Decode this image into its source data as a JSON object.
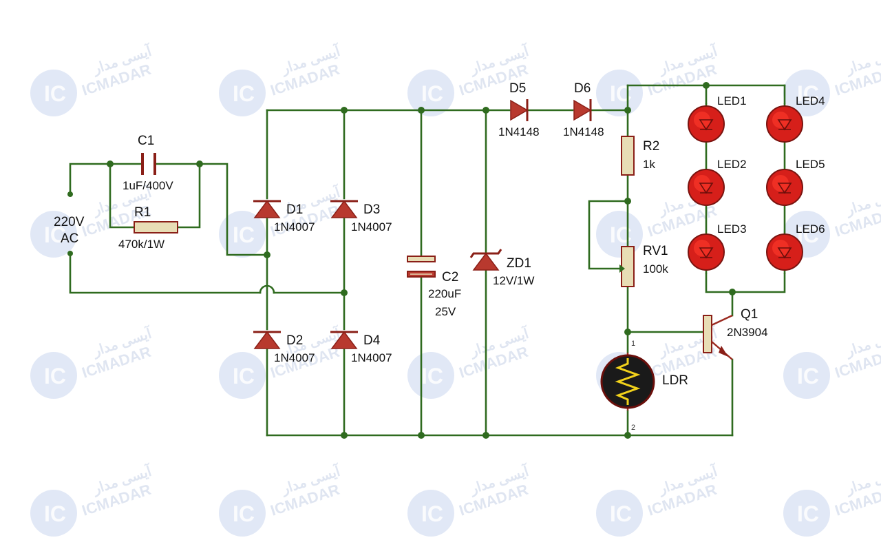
{
  "colors": {
    "wire": "#2f6b1f",
    "component": "#8a1f17",
    "led": "#d61f1a",
    "resistor_body": "#e8ddb5",
    "watermark": "#c9d6ee"
  },
  "watermark": {
    "logo": "IC",
    "latin": "ICMADAR",
    "persian": "آیسی مدار"
  },
  "source": {
    "line1": "220V",
    "line2": "AC"
  },
  "c1": {
    "name": "C1",
    "value": "1uF/400V"
  },
  "r1": {
    "name": "R1",
    "value": "470k/1W"
  },
  "d1": {
    "name": "D1",
    "value": "1N4007"
  },
  "d2": {
    "name": "D2",
    "value": "1N4007"
  },
  "d3": {
    "name": "D3",
    "value": "1N4007"
  },
  "d4": {
    "name": "D4",
    "value": "1N4007"
  },
  "c2": {
    "name": "C2",
    "value1": "220uF",
    "value2": "25V"
  },
  "zd1": {
    "name": "ZD1",
    "value": "12V/1W"
  },
  "d5": {
    "name": "D5",
    "value": "1N4148"
  },
  "d6": {
    "name": "D6",
    "value": "1N4148"
  },
  "r2": {
    "name": "R2",
    "value": "1k"
  },
  "rv1": {
    "name": "RV1",
    "value": "100k"
  },
  "ldr": {
    "name": "LDR",
    "pin1": "1",
    "pin2": "2"
  },
  "q1": {
    "name": "Q1",
    "value": "2N3904"
  },
  "leds": [
    "LED1",
    "LED2",
    "LED3",
    "LED4",
    "LED5",
    "LED6"
  ]
}
